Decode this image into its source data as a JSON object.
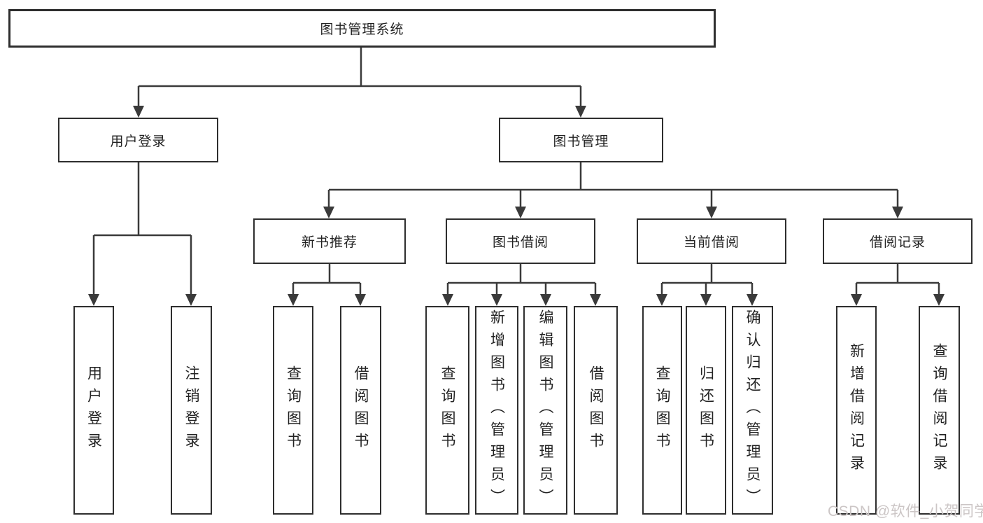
{
  "title": "图书管理系统",
  "root": {
    "label": "图书管理系统"
  },
  "level2": [
    {
      "label": "用户登录"
    },
    {
      "label": "图书管理"
    }
  ],
  "level3": [
    {
      "label": "新书推荐"
    },
    {
      "label": "图书借阅"
    },
    {
      "label": "当前借阅"
    },
    {
      "label": "借阅记录"
    }
  ],
  "leaves": {
    "user_login_group": [
      {
        "label": "用户登录"
      },
      {
        "label": "注销登录"
      }
    ],
    "new_book_group": [
      {
        "label": "查询图书"
      },
      {
        "label": "借阅图书"
      }
    ],
    "book_borrow_group": [
      {
        "label": "查询图书"
      },
      {
        "label": "新增图书（管理员）"
      },
      {
        "label": "编辑图书（管理员）"
      },
      {
        "label": "借阅图书"
      }
    ],
    "current_borrow_group": [
      {
        "label": "查询图书"
      },
      {
        "label": "归还图书"
      },
      {
        "label": "确认归还（管理员）"
      }
    ],
    "record_group": [
      {
        "label": "新增借阅记录"
      },
      {
        "label": "查询借阅记录"
      }
    ]
  },
  "watermark": "CSDN @软件_小贺同学",
  "colors": {
    "line": "#3a3a3a",
    "border": "#2e2e2e",
    "text": "#222222",
    "watermark": "#ccc6c6",
    "background": "#ffffff"
  }
}
